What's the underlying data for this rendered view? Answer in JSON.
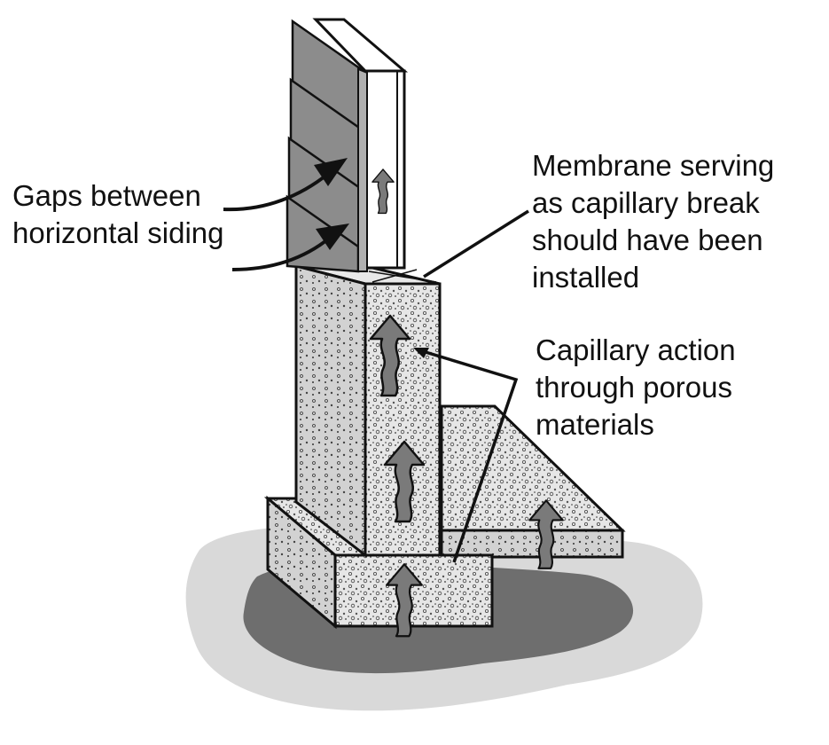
{
  "labels": {
    "gaps": [
      "Gaps between",
      "horizontal siding"
    ],
    "membrane": [
      "Membrane serving",
      "as capillary break",
      "should have been",
      "installed"
    ],
    "capillary": [
      "Capillary action",
      "through porous",
      "materials"
    ]
  },
  "colors": {
    "ground_light": "#d9d9d9",
    "ground_dark": "#6e6e6e",
    "concrete": "#e4e4e4",
    "siding": "#8c8c8c",
    "arrow": "#7a7a7a",
    "ink": "#111111"
  }
}
